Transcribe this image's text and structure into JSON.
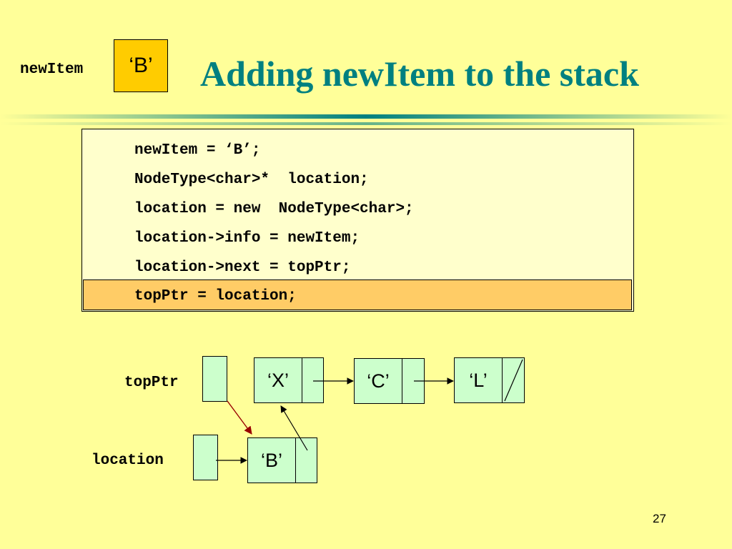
{
  "header": {
    "newitem_label": "newItem",
    "newitem_value": "‘B’",
    "title": "Adding newItem to the stack"
  },
  "code": {
    "lines": [
      "newItem = ‘B’;",
      "NodeType<char>*  location;",
      "location = new  NodeType<char>;",
      "location->info = newItem;",
      "location->next = topPtr;",
      "topPtr = location;"
    ],
    "highlighted_line_index": 5
  },
  "diagram": {
    "toptr_label": "topPtr",
    "location_label": "location",
    "list_nodes": [
      {
        "info": "‘X’"
      },
      {
        "info": "‘C’"
      },
      {
        "info": "‘L’",
        "next_null": true
      }
    ],
    "new_node": {
      "info": "‘B’"
    }
  },
  "slide_number": "27",
  "colors": {
    "background": "#FFFF99",
    "title": "#008080",
    "newitem_box": "#FFCC00",
    "code_box": "#FFFFCC",
    "code_highlight": "#FFCC66",
    "node_fill": "#CCFFCC",
    "highlight_arrow": "#990000"
  }
}
